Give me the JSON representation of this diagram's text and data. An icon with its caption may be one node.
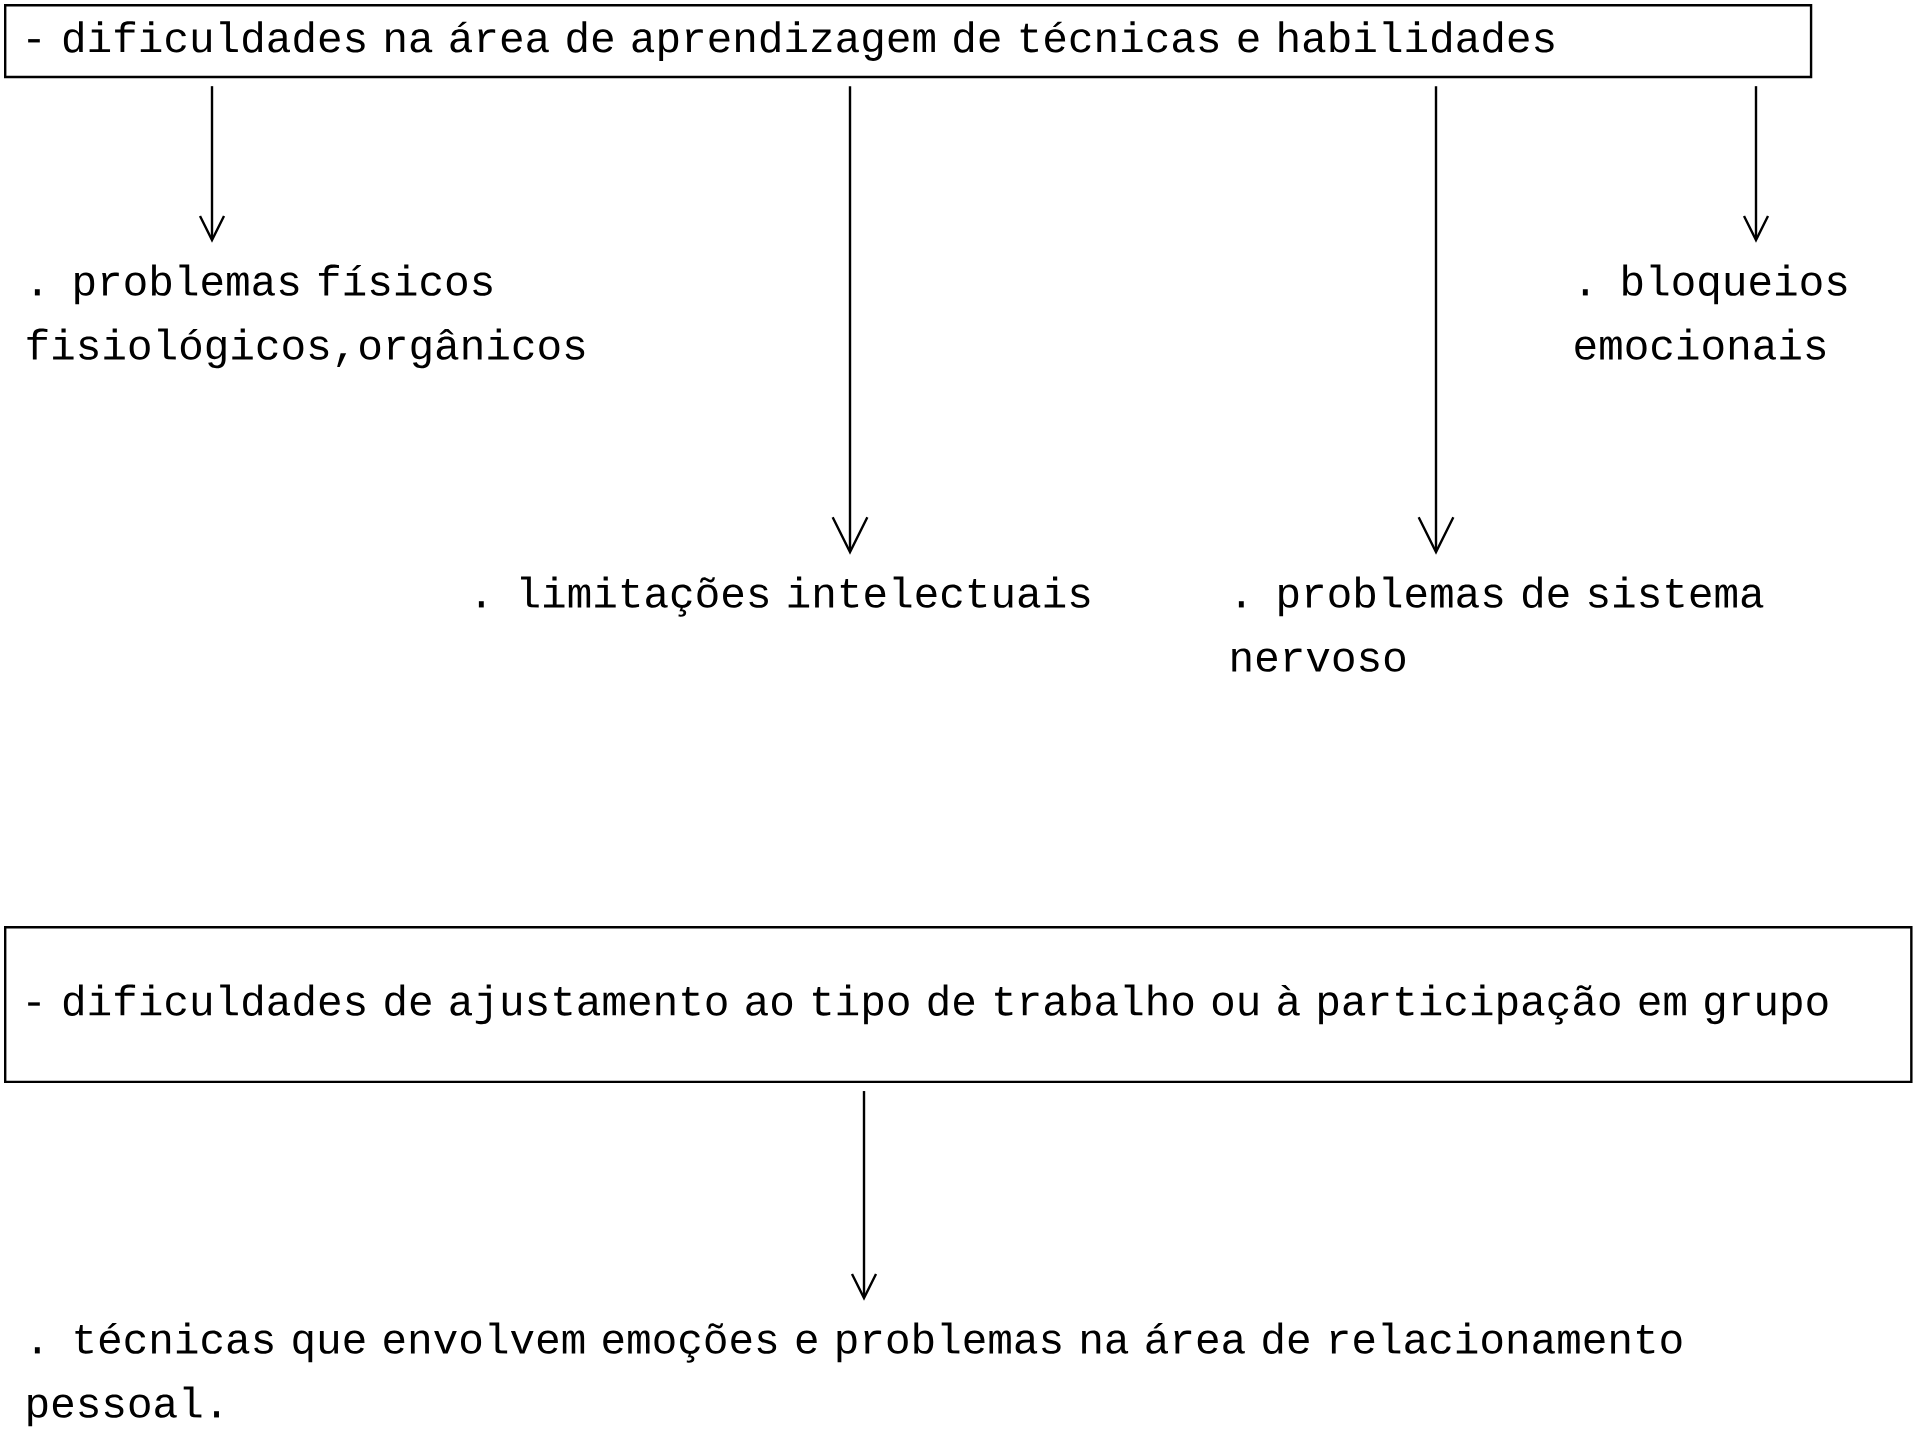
{
  "diagram": {
    "nodes": [
      {
        "text": [
          "- dificuldades na área de aprendizagem de técnicas e habilidades"
        ]
      },
      {
        "text": [
          ". problemas físicos fisiológicos,orgânicos"
        ]
      },
      {
        "text": [
          ". bloqueios emocionais"
        ]
      },
      {
        "text": [
          ". limitações intelectuais"
        ]
      },
      {
        "text": [
          ". problemas de sistema nervoso"
        ]
      },
      {
        "text": [
          "- dificuldades de ajustamento ao tipo de trabalho ou à participação em grupo"
        ]
      },
      {
        "text": [
          ". técnicas que envolvem emoções e problemas na área de relacionamento pessoal."
        ]
      }
    ],
    "edges": [
      {
        "from": 0,
        "to": 1,
        "arrow": "to"
      },
      {
        "from": 0,
        "to": 3,
        "arrow": "to"
      },
      {
        "from": 0,
        "to": 4,
        "arrow": "to"
      },
      {
        "from": 0,
        "to": 2,
        "arrow": "to"
      },
      {
        "from": 5,
        "to": 6,
        "arrow": "to"
      }
    ]
  }
}
